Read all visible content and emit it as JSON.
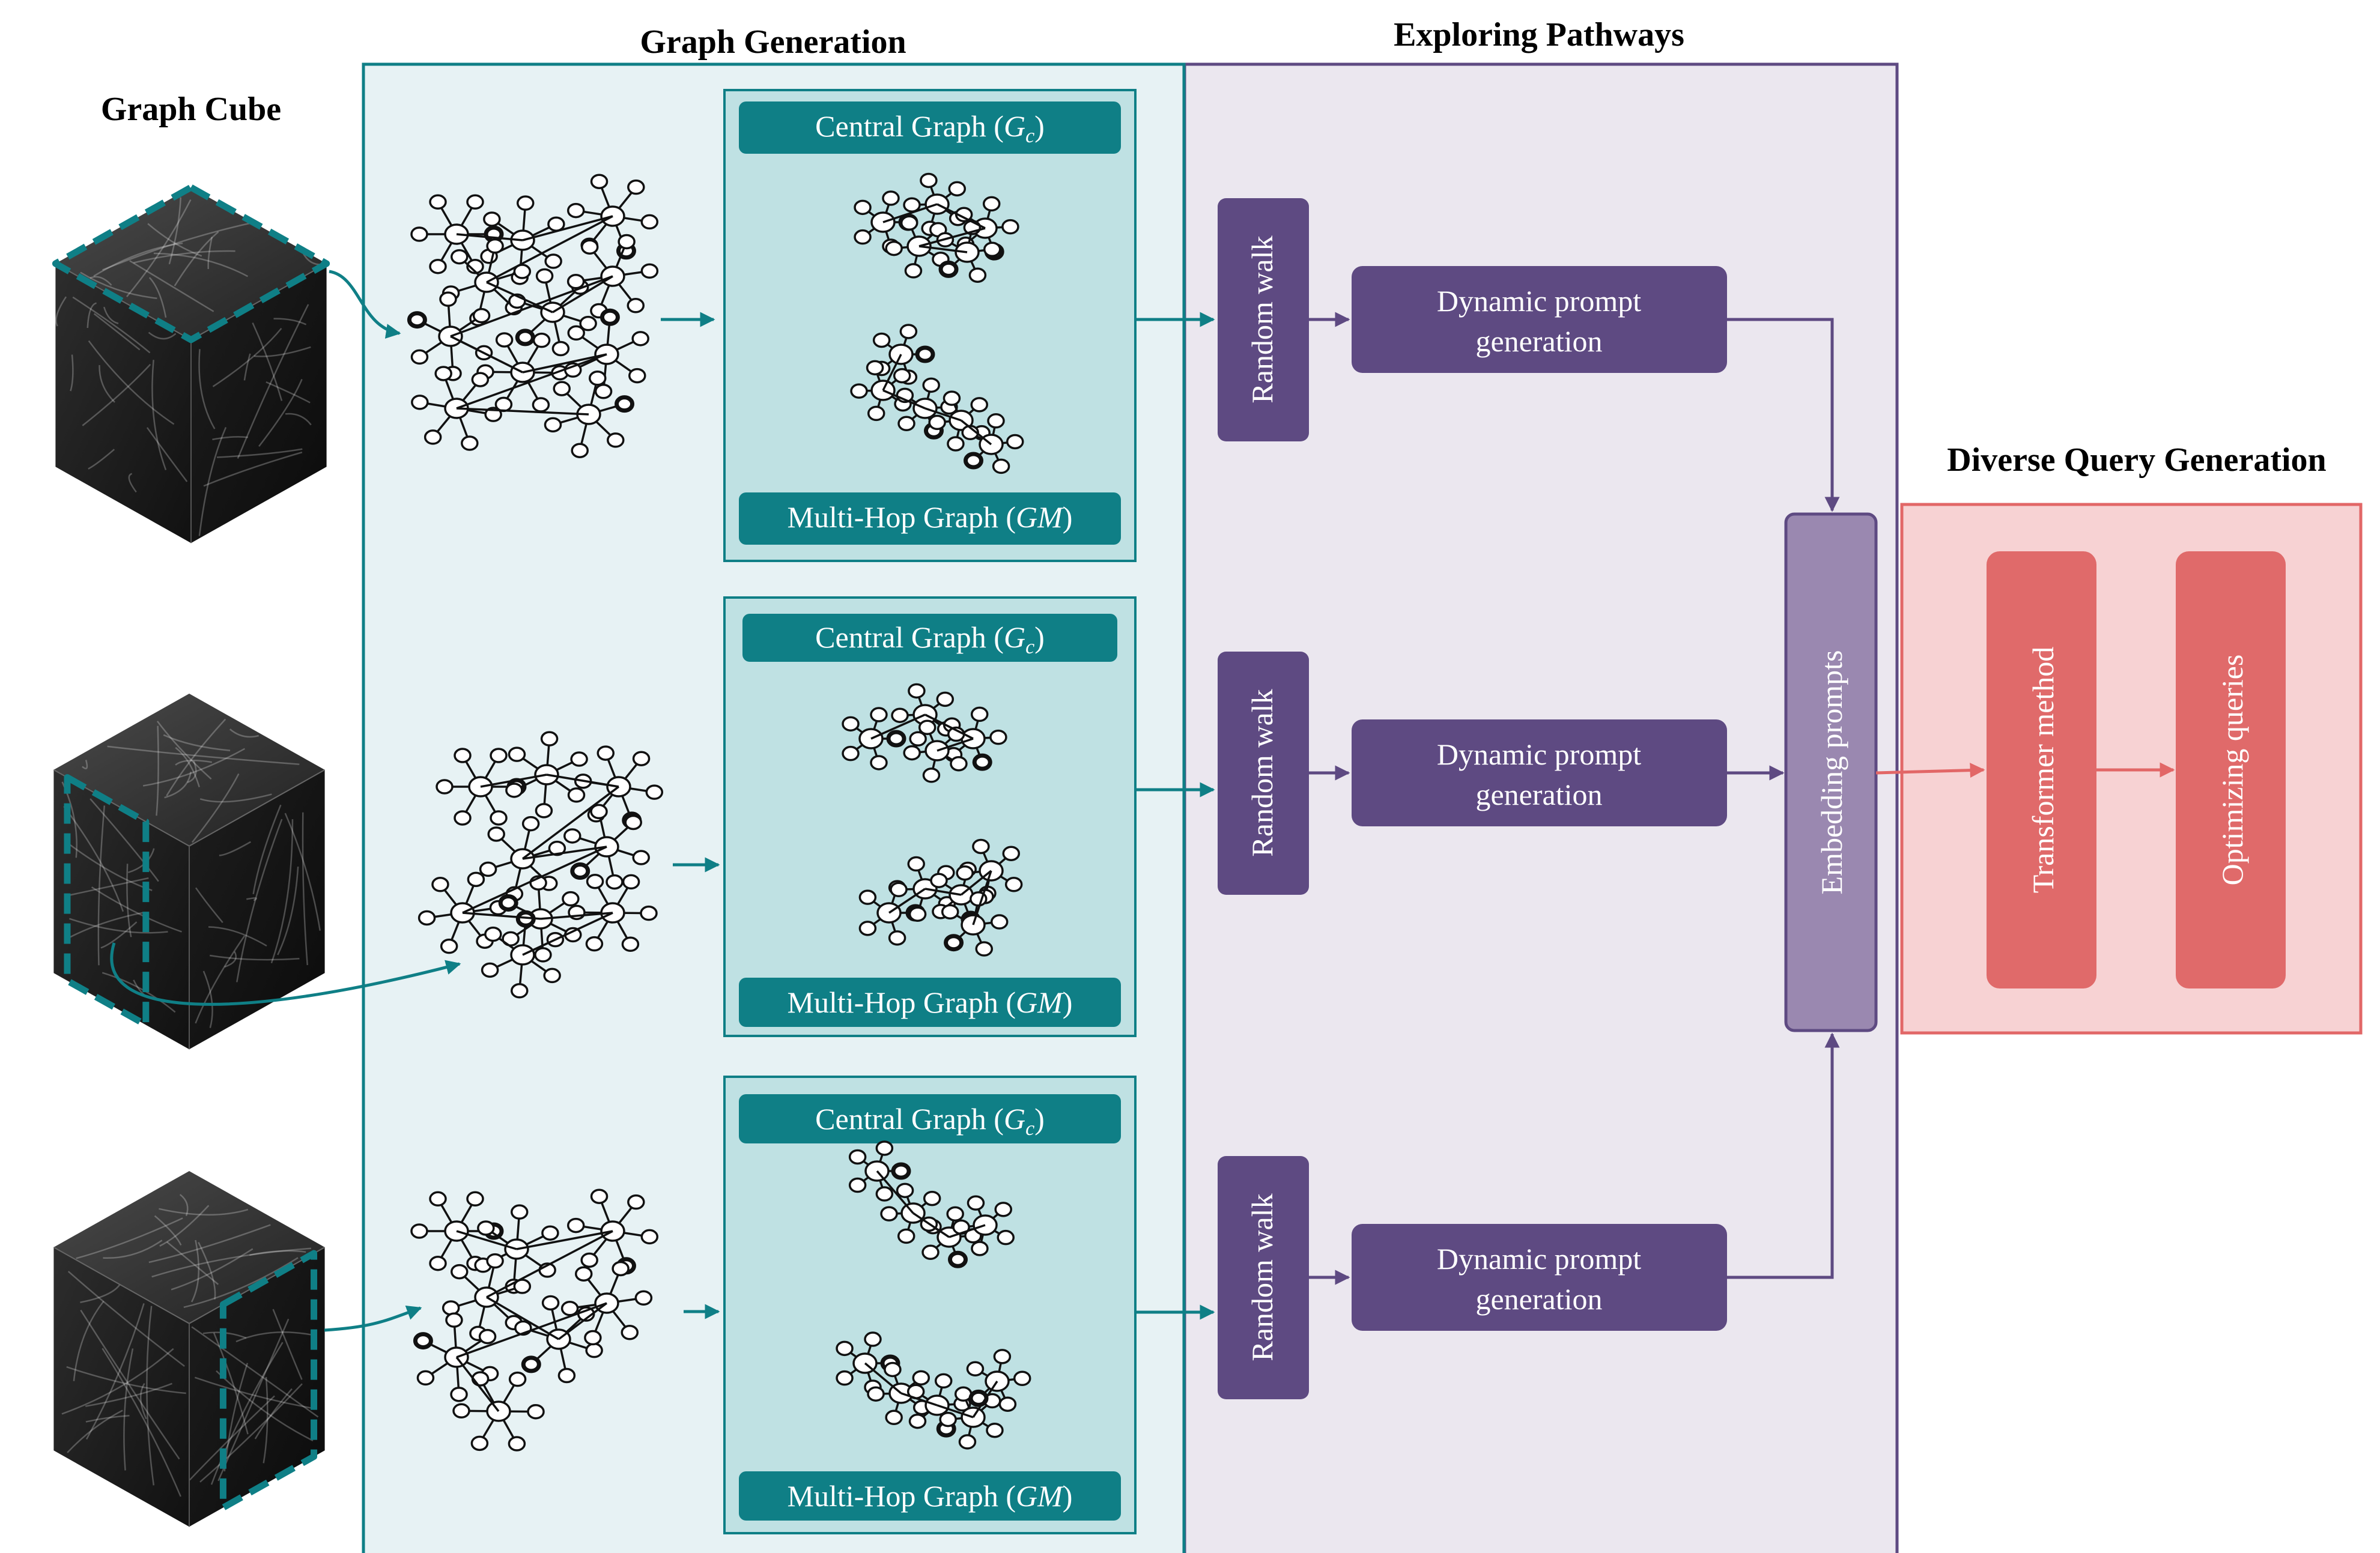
{
  "headings": {
    "graph_cube": "Graph Cube",
    "graph_generation": "Graph Generation",
    "exploring_pathways": "Exploring Pathways",
    "diverse_query_generation": "Diverse Query Generation"
  },
  "rows": [
    {
      "central_graph_label": "Central Graph (",
      "central_graph_symbol": "G",
      "central_graph_subscript": "c",
      "multihop_graph_label": "Multi-Hop Graph (",
      "multihop_graph_symbol": "GM",
      "random_walk": "Random walk",
      "dynamic_prompt_line1": "Dynamic prompt",
      "dynamic_prompt_line2": "generation"
    },
    {
      "central_graph_label": "Central Graph (",
      "central_graph_symbol": "G",
      "central_graph_subscript": "c",
      "multihop_graph_label": "Multi-Hop Graph (",
      "multihop_graph_symbol": "GM",
      "random_walk": "Random walk",
      "dynamic_prompt_line1": "Dynamic prompt",
      "dynamic_prompt_line2": "generation"
    },
    {
      "central_graph_label": "Central Graph (",
      "central_graph_symbol": "G",
      "central_graph_subscript": "c",
      "multihop_graph_label": "Multi-Hop Graph (",
      "multihop_graph_symbol": "GM",
      "random_walk": "Random walk",
      "dynamic_prompt_line1": "Dynamic prompt",
      "dynamic_prompt_line2": "generation"
    }
  ],
  "embedding_prompts": "Embedding prompts",
  "transformer_method": "Transformer method",
  "optimizing_queries": "Optimizing queries",
  "colors": {
    "teal": "#0f7f86",
    "teal_panel_fill": "#e7f2f4",
    "teal_inner_fill": "#bfe1e3",
    "purple": "#5e4a82",
    "purple_panel_fill": "#ebe7ef",
    "purple_light": "#9a88b0",
    "red_panel_fill": "#f7d2d3",
    "red_box": "#e06a6a",
    "red_border": "#e26767"
  }
}
